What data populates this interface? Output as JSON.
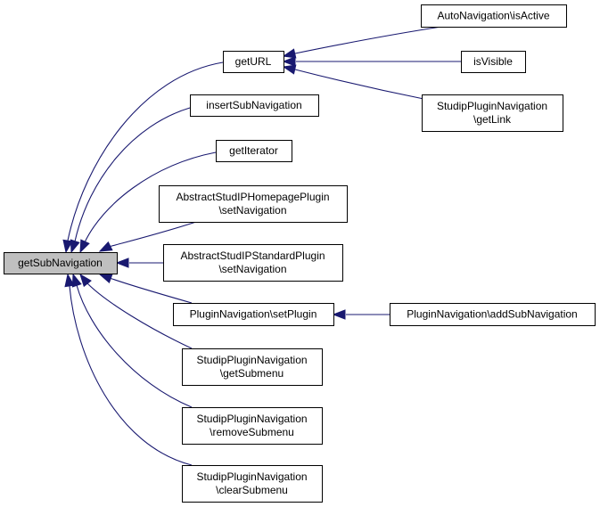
{
  "diagram": {
    "type": "call-graph",
    "colors": {
      "edge": "#191970",
      "selected_fill": "#bfbfbf",
      "node_fill": "#ffffff",
      "node_border": "#000000"
    },
    "nodes": [
      {
        "id": "getSubNavigation",
        "lines": [
          "getSubNavigation"
        ],
        "selected": true
      },
      {
        "id": "getURL",
        "lines": [
          "getURL"
        ]
      },
      {
        "id": "insertSubNavigation",
        "lines": [
          "insertSubNavigation"
        ]
      },
      {
        "id": "getIterator",
        "lines": [
          "getIterator"
        ]
      },
      {
        "id": "homepageSetNavigation",
        "lines": [
          "AbstractStudIPHomepagePlugin",
          "\\setNavigation"
        ]
      },
      {
        "id": "standardSetNavigation",
        "lines": [
          "AbstractStudIPStandardPlugin",
          "\\setNavigation"
        ]
      },
      {
        "id": "setPlugin",
        "lines": [
          "PluginNavigation\\setPlugin"
        ]
      },
      {
        "id": "getSubmenu",
        "lines": [
          "StudipPluginNavigation",
          "\\getSubmenu"
        ]
      },
      {
        "id": "removeSubmenu",
        "lines": [
          "StudipPluginNavigation",
          "\\removeSubmenu"
        ]
      },
      {
        "id": "clearSubmenu",
        "lines": [
          "StudipPluginNavigation",
          "\\clearSubmenu"
        ]
      },
      {
        "id": "isActive",
        "lines": [
          "AutoNavigation\\isActive"
        ]
      },
      {
        "id": "isVisible",
        "lines": [
          "isVisible"
        ]
      },
      {
        "id": "getLink",
        "lines": [
          "StudipPluginNavigation",
          "\\getLink"
        ]
      },
      {
        "id": "addSubNavigation",
        "lines": [
          "PluginNavigation\\addSubNavigation"
        ]
      }
    ],
    "edges": [
      {
        "from": "getURL",
        "to": "getSubNavigation"
      },
      {
        "from": "insertSubNavigation",
        "to": "getSubNavigation"
      },
      {
        "from": "getIterator",
        "to": "getSubNavigation"
      },
      {
        "from": "homepageSetNavigation",
        "to": "getSubNavigation"
      },
      {
        "from": "standardSetNavigation",
        "to": "getSubNavigation"
      },
      {
        "from": "setPlugin",
        "to": "getSubNavigation"
      },
      {
        "from": "getSubmenu",
        "to": "getSubNavigation"
      },
      {
        "from": "removeSubmenu",
        "to": "getSubNavigation"
      },
      {
        "from": "clearSubmenu",
        "to": "getSubNavigation"
      },
      {
        "from": "isActive",
        "to": "getURL"
      },
      {
        "from": "isVisible",
        "to": "getURL"
      },
      {
        "from": "getLink",
        "to": "getURL"
      },
      {
        "from": "addSubNavigation",
        "to": "setPlugin"
      }
    ]
  }
}
